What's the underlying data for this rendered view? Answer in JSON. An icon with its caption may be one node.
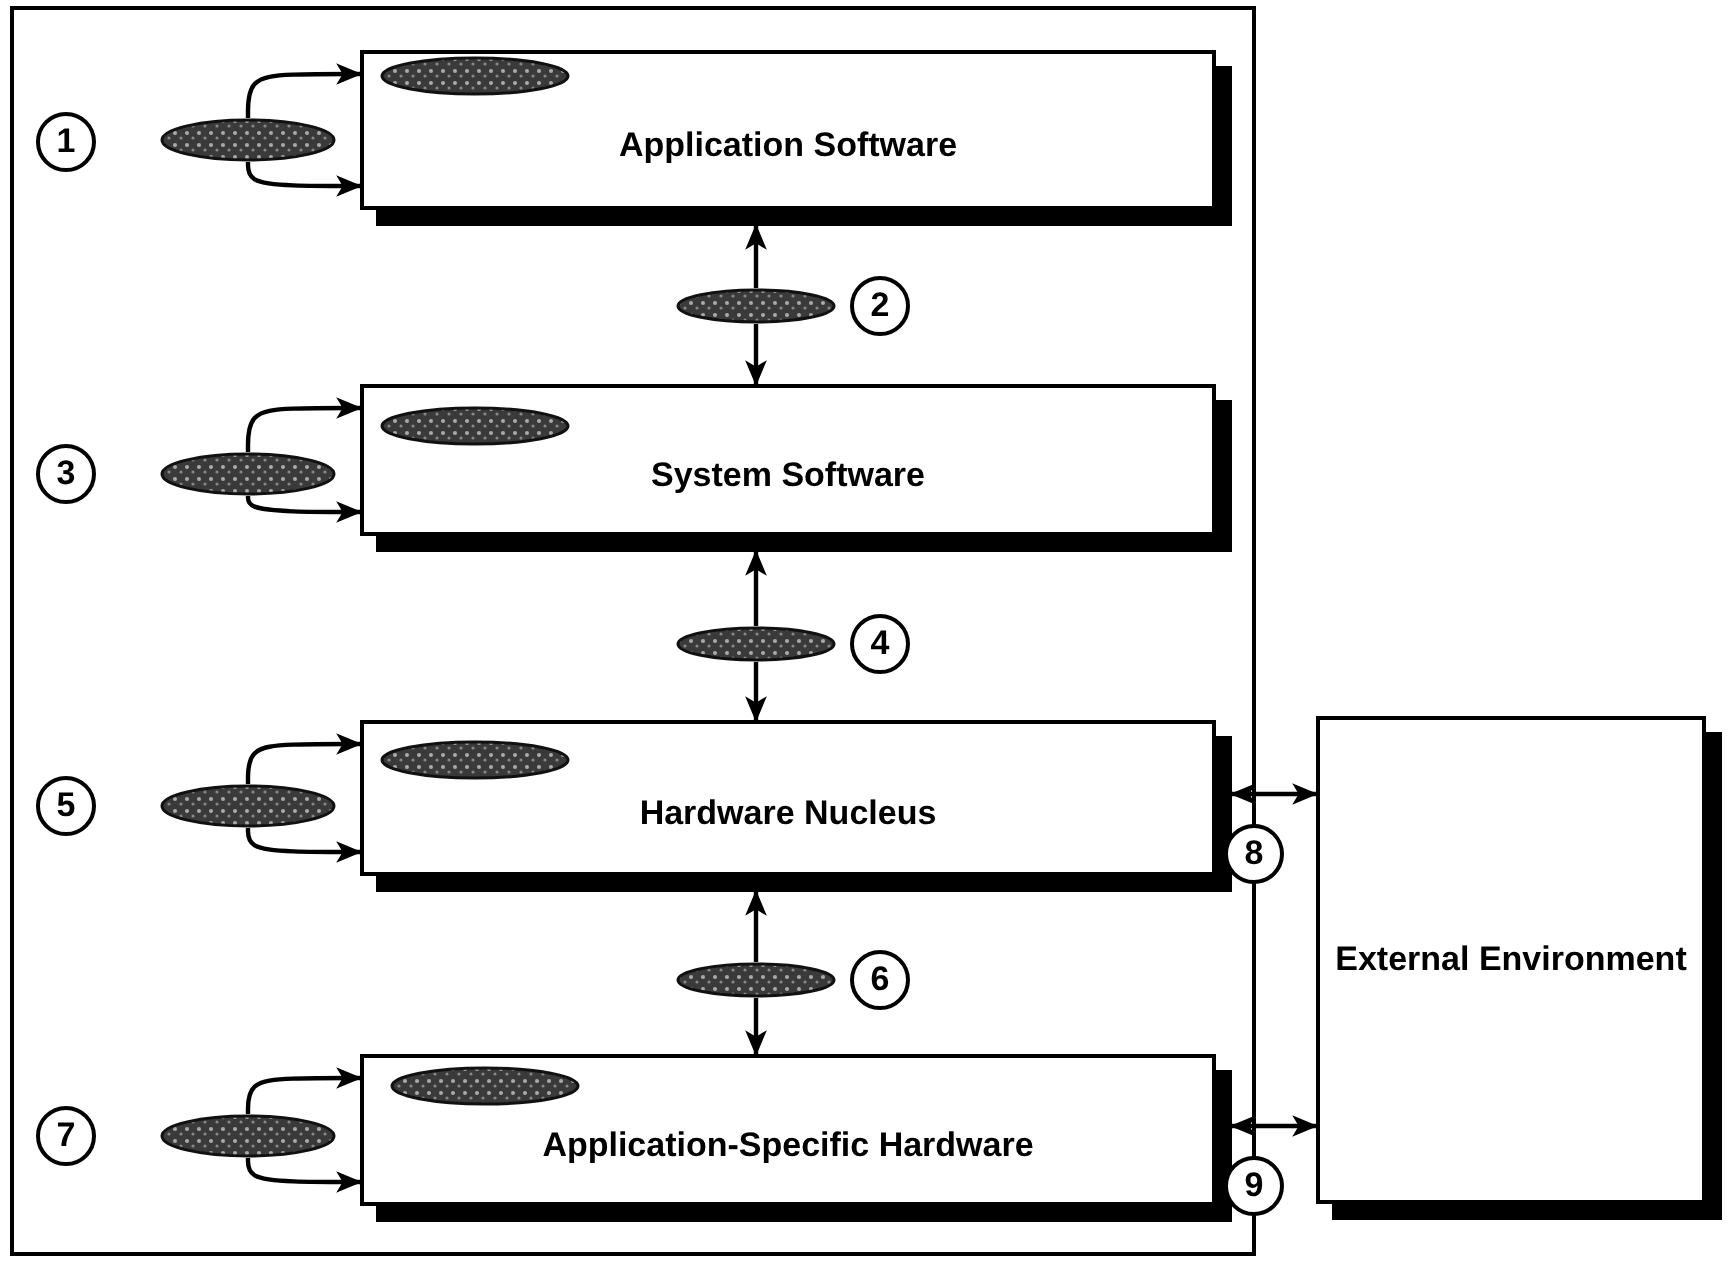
{
  "diagram": {
    "nodes": [
      {
        "text": [],
        "shape": "box"
      },
      {
        "text": [
          "1"
        ],
        "in": 0
      },
      {
        "text": [],
        "shape": "ellipse",
        "in": 0
      },
      {
        "text": [
          "Application Software"
        ],
        "in": 0
      },
      {
        "text": [],
        "shape": "ellipse",
        "in": 3
      },
      {
        "text": [
          "2"
        ],
        "in": 0
      },
      {
        "text": [
          "3"
        ],
        "in": 0
      },
      {
        "text": [],
        "shape": "ellipse",
        "in": 0
      },
      {
        "text": [
          "System Software"
        ],
        "in": 0
      },
      {
        "text": [],
        "shape": "ellipse",
        "in": 8
      },
      {
        "text": [
          "4"
        ],
        "in": 0
      },
      {
        "text": [
          "5"
        ],
        "in": 0
      },
      {
        "text": [],
        "shape": "ellipse",
        "in": 0
      },
      {
        "text": [
          "Hardware Nucleus"
        ],
        "in": 0
      },
      {
        "text": [],
        "shape": "ellipse",
        "in": 13
      },
      {
        "text": [
          "External Environment"
        ]
      },
      {
        "text": [
          "8"
        ]
      },
      {
        "text": [
          "6"
        ],
        "in": 0
      },
      {
        "text": [
          "7"
        ],
        "in": 0
      },
      {
        "text": [],
        "shape": "ellipse",
        "in": 0
      },
      {
        "text": [
          "Application-Specific Hardware"
        ],
        "in": 0
      },
      {
        "text": [],
        "shape": "ellipse",
        "in": 20
      },
      {
        "text": [
          "9"
        ]
      },
      {
        "text": [],
        "shape": "ellipse",
        "in": 0
      },
      {
        "text": [],
        "shape": "ellipse",
        "in": 0
      },
      {
        "text": [],
        "shape": "ellipse",
        "in": 0
      }
    ],
    "edges": [
      {
        "from": 2,
        "to": 3,
        "arrow": "to"
      },
      {
        "from": 2,
        "to": 3,
        "arrow": "to"
      },
      {
        "from": 23,
        "to": 3,
        "arrow": "to"
      },
      {
        "from": 23,
        "to": 8,
        "arrow": "to"
      },
      {
        "from": 7,
        "to": 8,
        "arrow": "to"
      },
      {
        "from": 7,
        "to": 8,
        "arrow": "to"
      },
      {
        "from": 24,
        "to": 8,
        "arrow": "to"
      },
      {
        "from": 24,
        "to": 13,
        "arrow": "to"
      },
      {
        "from": 12,
        "to": 13,
        "arrow": "to"
      },
      {
        "from": 12,
        "to": 13,
        "arrow": "to"
      },
      {
        "from": 13,
        "to": 15,
        "arrow": "both"
      },
      {
        "from": 25,
        "to": 13,
        "arrow": "to"
      },
      {
        "from": 25,
        "to": 20,
        "arrow": "to"
      },
      {
        "from": 19,
        "to": 20,
        "arrow": "to"
      },
      {
        "from": 19,
        "to": 20,
        "arrow": "to"
      },
      {
        "from": 20,
        "to": 15,
        "arrow": "both"
      }
    ]
  }
}
